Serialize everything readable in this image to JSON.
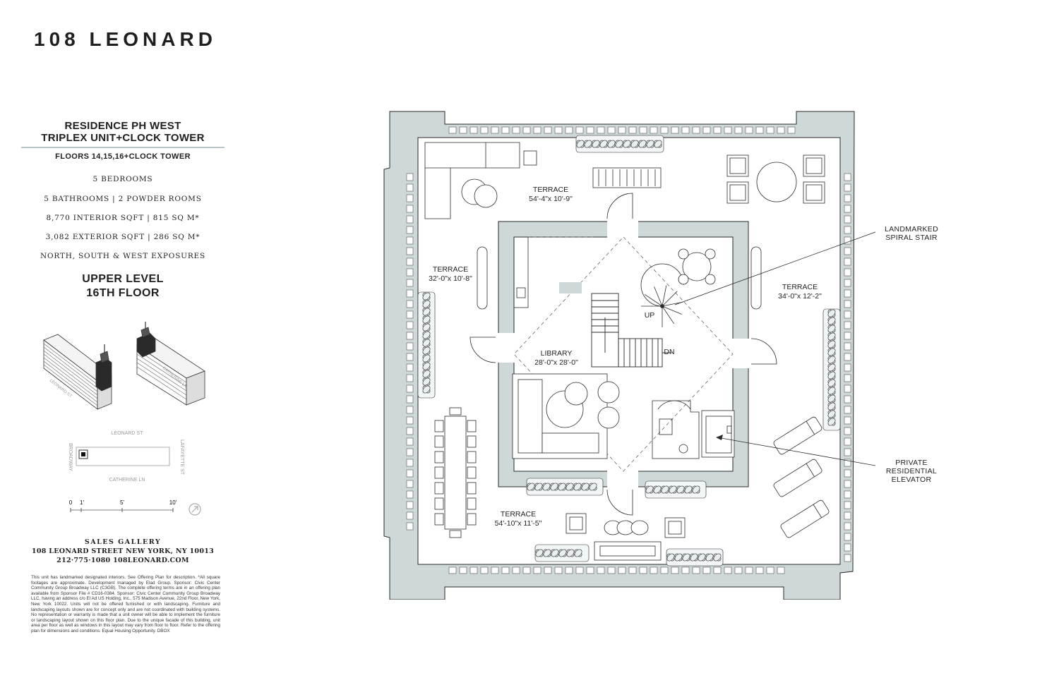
{
  "brand": "108 LEONARD",
  "residence": {
    "line1": "RESIDENCE PH WEST",
    "line2": "TRIPLEX UNIT+CLOCK TOWER",
    "floors": "FLOORS 14,15,16+CLOCK TOWER",
    "bedrooms": "5 BEDROOMS",
    "bathrooms": "5 BATHROOMS | 2 POWDER ROOMS",
    "interior": "8,770 INTERIOR SQFT | 815 SQ M*",
    "exterior": "3,082 EXTERIOR SQFT | 286 SQ M*",
    "exposures": "NORTH, SOUTH & WEST EXPOSURES",
    "level_line1": "UPPER LEVEL",
    "level_line2": "16TH FLOOR"
  },
  "keyplan": {
    "street_top": "LEONARD ST",
    "street_bottom": "CATHERINE LN",
    "street_left": "BROADWAY",
    "street_right": "LAFAYETTE ST",
    "iso_left_street": "LEONARD ST",
    "iso_right_street": "CATHERINE LN"
  },
  "scale": {
    "ticks": [
      "0",
      "1'",
      "5'",
      "10'"
    ],
    "north": "N"
  },
  "sales": {
    "title": "SALES GALLERY",
    "address": "108 LEONARD STREET   NEW YORK, NY 10013",
    "contact": "212·775·1080  108LEONARD.COM"
  },
  "disclaimer": "This unit has landmarked designated interiors. See Offering Plan for description. *All square footages are approximate. Development managed by Elad Group. Sponsor: Civic Center Community Group Broadway LLC (C3GB). The complete offering terms are in an offering plan available from Sponsor File # CD16-0384. Sponsor: Civic Center Community Group Broadway LLC, having an address c/o El Ad US Holding, Inc., 575 Madison Avenue, 22nd Floor, New York, New York 10022. Units will not be offered furnished or with landscaping. Furniture and landscaping layouts shown are for concept only and are not coordinated with building systems. No representation or warranty is made that a unit owner will be able to implement the furniture or landscaping layout shown on this floor plan. Due to the unique facade of this building, unit area per floor as well as windows in this layout may vary from floor to floor. Refer to the offering plan for dimensions and conditions. Equal Housing Opportunity. DBOX",
  "plan": {
    "terrace_north": {
      "name": "TERRACE",
      "dims": "54'-4\"x 10'-9\""
    },
    "terrace_west": {
      "name": "TERRACE",
      "dims": "32'-0\"x 10'-8\""
    },
    "terrace_east": {
      "name": "TERRACE",
      "dims": "34'-0\"x 12'-2\""
    },
    "terrace_south": {
      "name": "TERRACE",
      "dims": "54'-10\"x 11'-5\""
    },
    "library": {
      "name": "LIBRARY",
      "dims": "28'-0\"x 28'-0\""
    },
    "up_label": "UP",
    "dn_label": "DN"
  },
  "callouts": {
    "stair": [
      "LANDMARKED",
      "SPIRAL STAIR"
    ],
    "elevator": [
      "PRIVATE",
      "RESIDENTIAL",
      "ELEVATOR"
    ]
  },
  "colors": {
    "wall": "#cfd8d8",
    "line": "#2a2a2a",
    "accent": "#b9c6c7"
  }
}
